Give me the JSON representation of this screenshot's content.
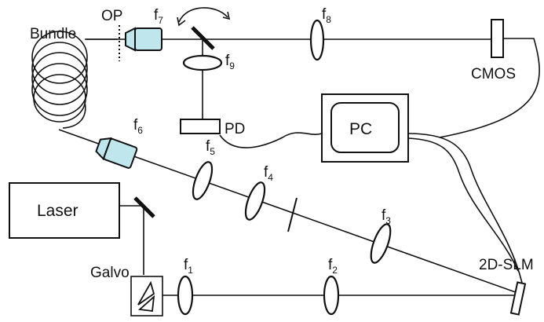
{
  "labels": {
    "op": "OP",
    "bundle": "Bundle",
    "laser": "Laser",
    "galvo": "Galvo",
    "pd": "PD",
    "pc": "PC",
    "cmos": "CMOS",
    "slm": "2D-SLM"
  },
  "lenses": [
    {
      "letter": "f",
      "sub": "1"
    },
    {
      "letter": "f",
      "sub": "2"
    },
    {
      "letter": "f",
      "sub": "3"
    },
    {
      "letter": "f",
      "sub": "4"
    },
    {
      "letter": "f",
      "sub": "5"
    },
    {
      "letter": "f",
      "sub": "6"
    },
    {
      "letter": "f",
      "sub": "7"
    },
    {
      "letter": "f",
      "sub": "8"
    },
    {
      "letter": "f",
      "sub": "9"
    }
  ],
  "colors": {
    "objective_fill": "#bfe6ec",
    "line": "#111111"
  }
}
